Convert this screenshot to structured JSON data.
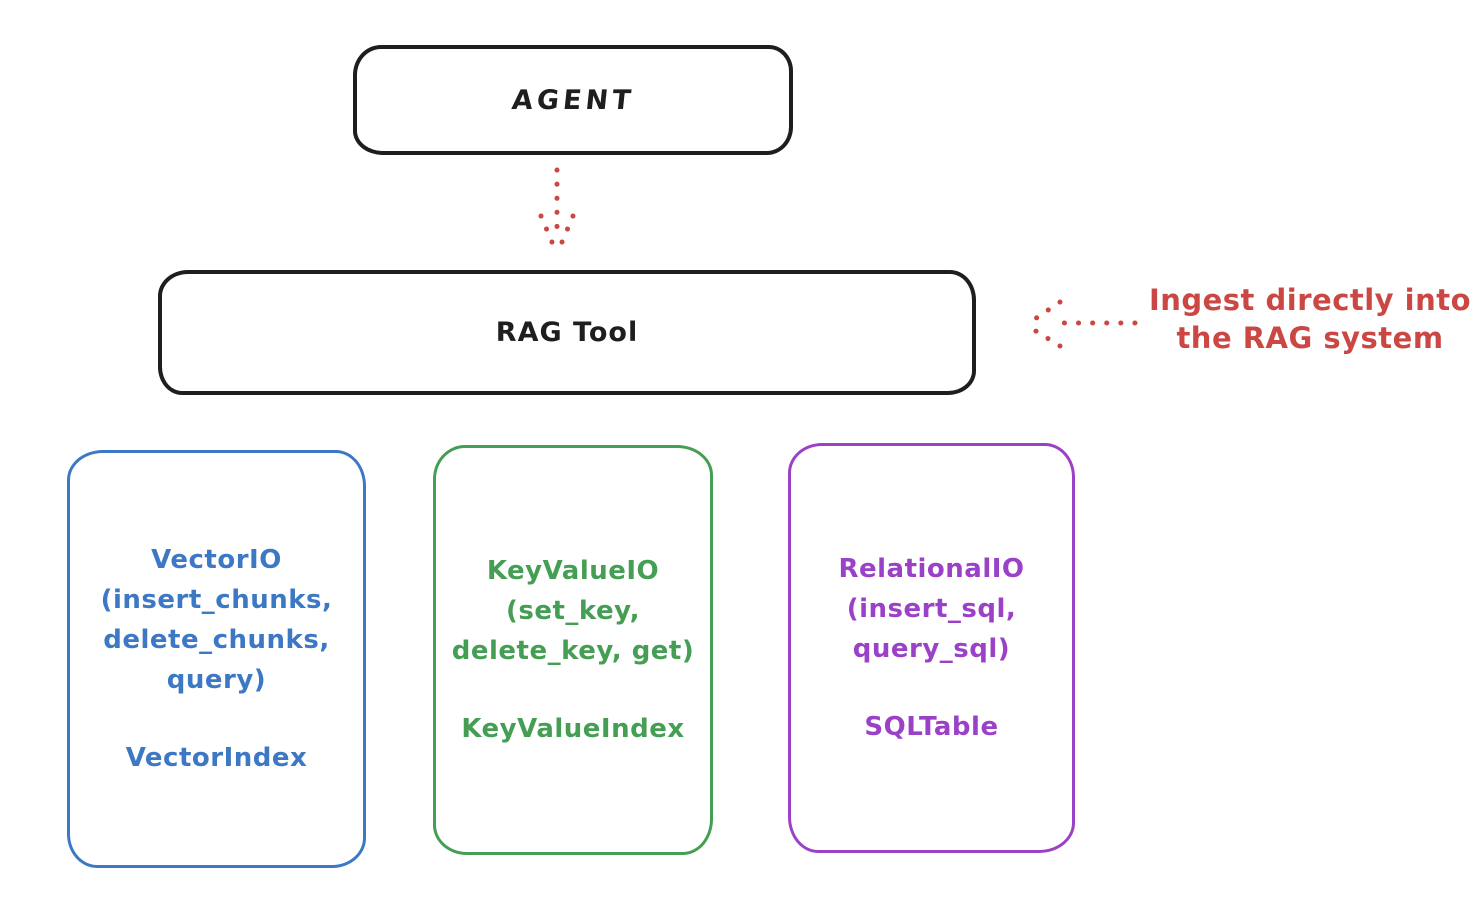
{
  "diagram": {
    "title_hint": "RAG Tool architecture sketch",
    "colors": {
      "ink": "#1e1e1e",
      "red": "#cb4743",
      "blue": "#3d78c4",
      "green": "#449e53",
      "purple": "#9b41c8",
      "background": "#ffffff"
    },
    "nodes": {
      "agent": {
        "label": "AGENT"
      },
      "rag_tool": {
        "label": "RAG Tool"
      },
      "vector": {
        "color": "#3d78c4",
        "line1": "VectorIO",
        "line2": "(insert_chunks,",
        "line3": "delete_chunks,",
        "line4": "query)",
        "index": "VectorIndex"
      },
      "keyvalue": {
        "color": "#449e53",
        "line1": "KeyValueIO",
        "line2": "(set_key,",
        "line3": "delete_key, get)",
        "index": "KeyValueIndex"
      },
      "relational": {
        "color": "#9b41c8",
        "line1": "RelationalIO",
        "line2": "(insert_sql,",
        "line3": "query_sql)",
        "index": "SQLTable"
      }
    },
    "annotation": {
      "color": "#cb4743",
      "line1": "Ingest directly into",
      "line2": "the RAG system"
    },
    "arrows": {
      "agent_to_rag": "dotted red arrow pointing down from AGENT to RAG Tool",
      "ingest_to_rag": "dotted red arrow pointing left at RAG Tool from annotation"
    }
  }
}
